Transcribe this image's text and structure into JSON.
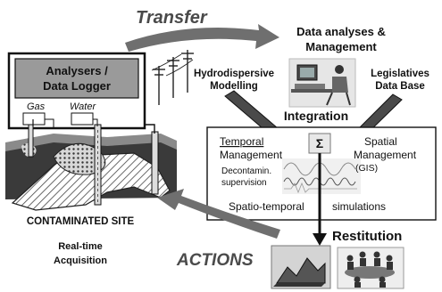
{
  "labels": {
    "transfer": "Transfer",
    "data_analyses_line1": "Data analyses &",
    "data_analyses_line2": "Management",
    "hydro_line1": "Hydrodispersive",
    "hydro_line2": "Modelling",
    "legis_line1": "Legislatives",
    "legis_line2": "Data Base",
    "integration": "Integration",
    "analysers_line1": "Analysers /",
    "analysers_line2": "Data Logger",
    "gas": "Gas",
    "water": "Water",
    "temporal_line1": "Temporal",
    "temporal_line2": "Management",
    "sigma": "Σ",
    "spatial_line1": "Spatial",
    "spatial_line2": "Management",
    "spatial_line3": "(GIS)",
    "decontam_line1": "Decontamin.",
    "decontam_line2": "supervision",
    "spatio_temporal": "Spatio-temporal",
    "simulations": "simulations",
    "contaminated_site": "CONTAMINATED SITE",
    "realtime_line1": "Real-time",
    "realtime_line2": "Acquisition",
    "actions": "ACTIONS",
    "restitution": "Restitution"
  },
  "colors": {
    "analyser_panel": "#9a9a9a",
    "arrow_gray": "#6f6f6f",
    "ground_dark": "#3a3a3a"
  }
}
